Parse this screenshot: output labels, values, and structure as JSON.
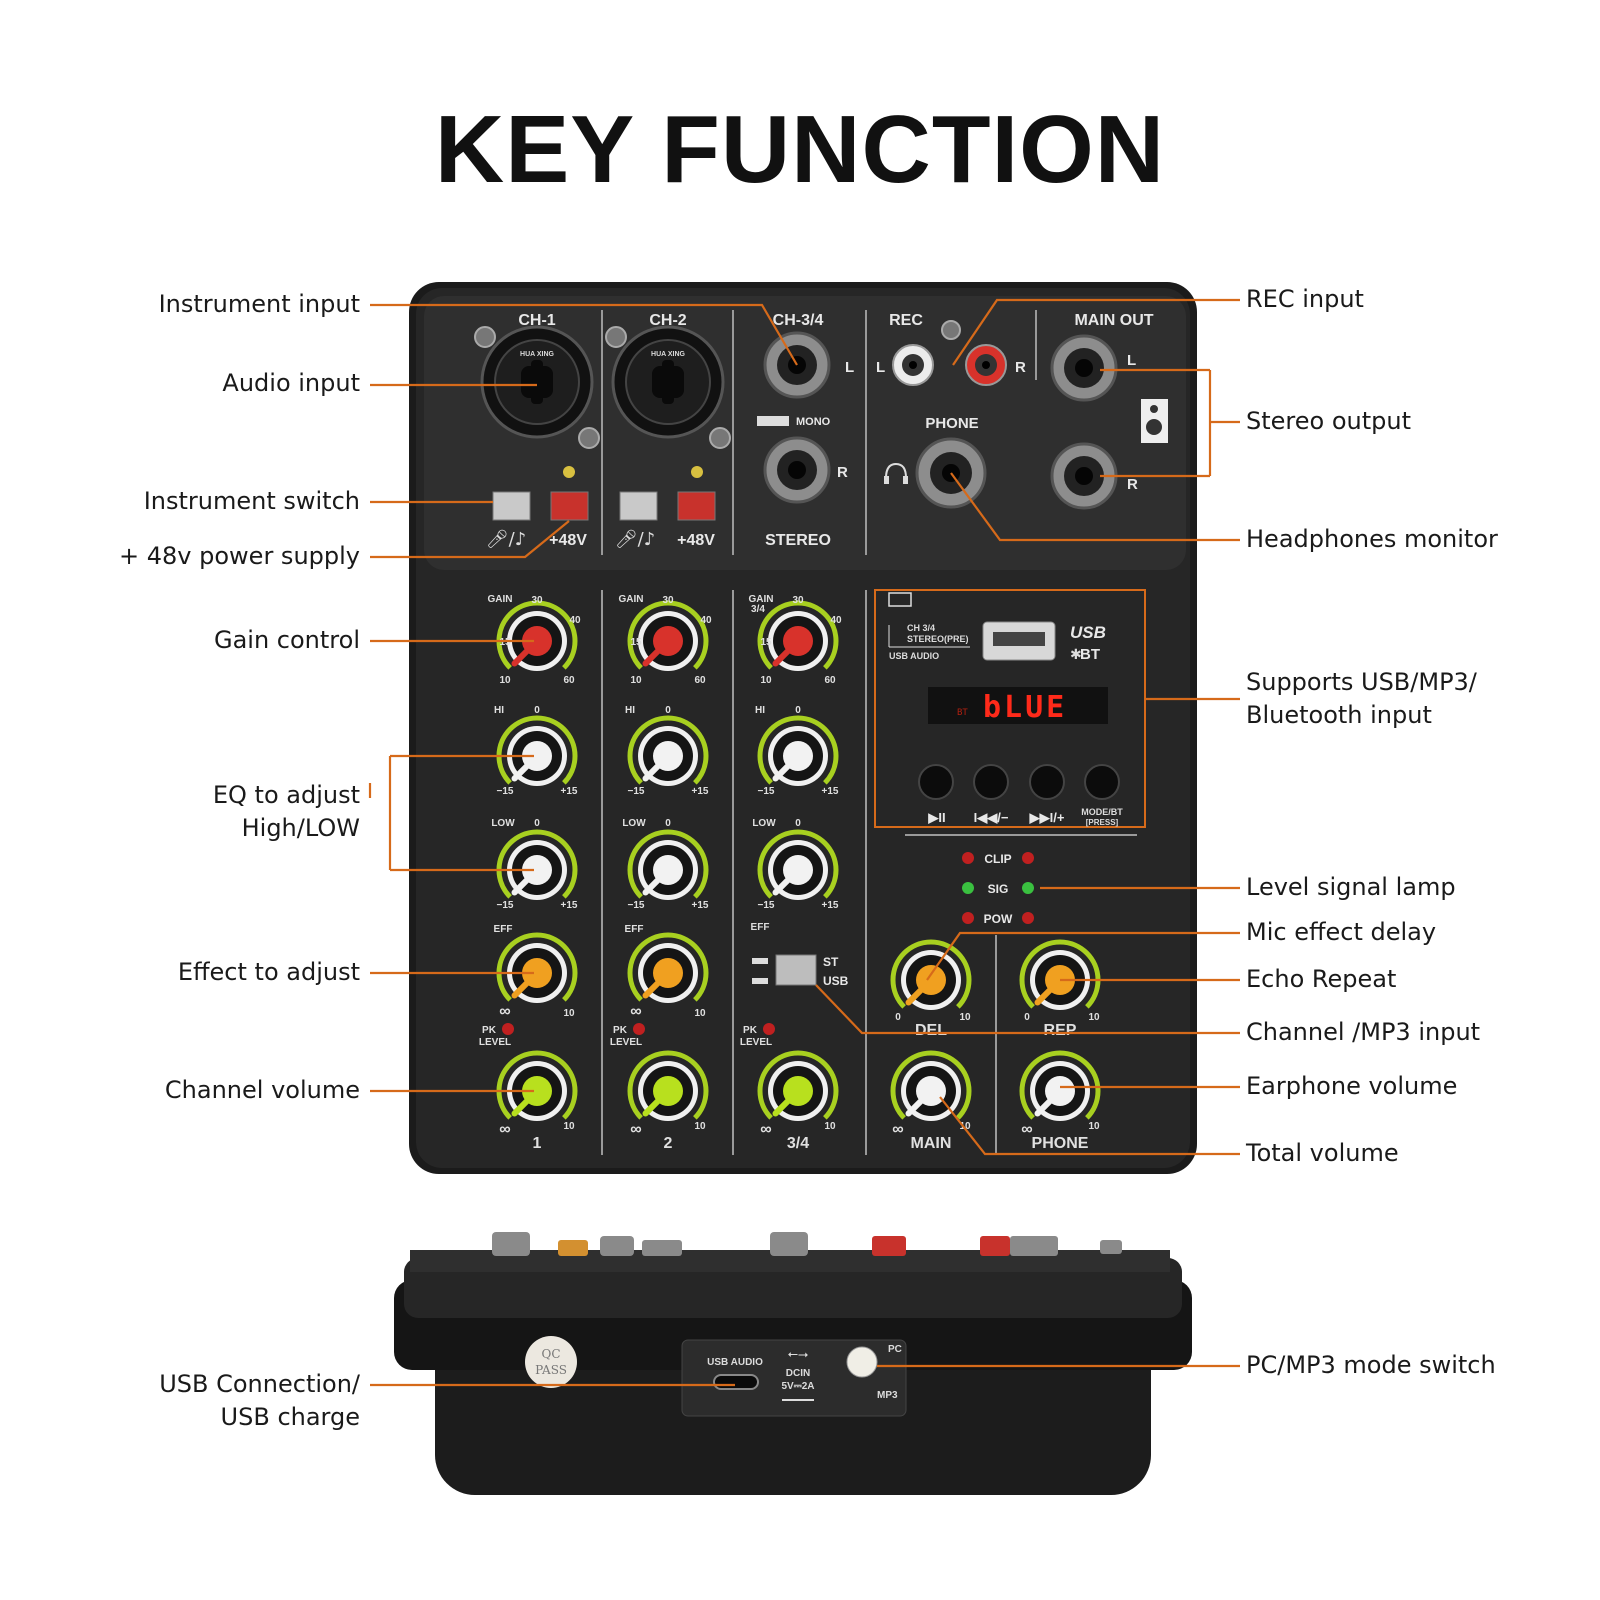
{
  "title": "KEY FUNCTION",
  "callouts_left": [
    {
      "id": "instrument-input",
      "text": "Instrument input"
    },
    {
      "id": "audio-input",
      "text": "Audio input"
    },
    {
      "id": "instrument-switch",
      "text": "Instrument switch"
    },
    {
      "id": "phantom-power",
      "text": "+ 48v power supply"
    },
    {
      "id": "gain-control",
      "text": "Gain control"
    },
    {
      "id": "eq-adjust",
      "lines": [
        "EQ to adjust",
        "High/LOW"
      ]
    },
    {
      "id": "effect-adjust",
      "text": "Effect to adjust"
    },
    {
      "id": "channel-volume",
      "text": "Channel volume"
    },
    {
      "id": "usb-connection",
      "lines": [
        "USB Connection/",
        "USB charge"
      ]
    }
  ],
  "callouts_right": [
    {
      "id": "rec-input",
      "text": "REC input"
    },
    {
      "id": "stereo-output",
      "text": "Stereo output"
    },
    {
      "id": "headphones-monitor",
      "text": "Headphones monitor"
    },
    {
      "id": "usb-mp3-bt",
      "lines": [
        "Supports USB/MP3/",
        "Bluetooth input"
      ]
    },
    {
      "id": "level-lamp",
      "text": "Level signal lamp"
    },
    {
      "id": "mic-delay",
      "text": "Mic effect delay"
    },
    {
      "id": "echo-repeat",
      "text": "Echo Repeat"
    },
    {
      "id": "channel-mp3",
      "text": "Channel /MP3 input"
    },
    {
      "id": "earphone-volume",
      "text": "Earphone volume"
    },
    {
      "id": "total-volume",
      "text": "Total volume"
    },
    {
      "id": "pc-mp3-switch",
      "text": "PC/MP3 mode switch"
    }
  ],
  "panel": {
    "ch1": "CH-1",
    "ch2": "CH-2",
    "ch34": "CH-3/4",
    "rec": "REC",
    "main_out": "MAIN OUT",
    "l": "L",
    "r": "R",
    "mono": "MONO",
    "stereo": "STEREO",
    "phone": "PHONE",
    "plus48v": "+48V",
    "xlr_brand": "HUA XING",
    "gain": "GAIN",
    "gain34": "3/4",
    "hi": "HI",
    "low": "LOW",
    "eff": "EFF",
    "pk": "PK",
    "level": "LEVEL",
    "v10": "10",
    "v15": "15",
    "v30": "30",
    "v40": "40",
    "v60": "60",
    "v0": "0",
    "vm15": "−15",
    "vp15": "+15",
    "inf": "∞",
    "ch_names": [
      "1",
      "2",
      "3/4"
    ],
    "usb": "USB",
    "bt": "BT",
    "ch34_small": "CH 3/4",
    "stereo_pre": "STEREO(PRE)",
    "usb_audio": "USB AUDIO",
    "display": "bLUE",
    "display_bt": "BT",
    "btn_play": "▶II",
    "btn_prev": "I◀◀/−",
    "btn_next": "▶▶I/+",
    "btn_mode": "MODE/BT",
    "btn_press": "[PRESS]",
    "clip": "CLIP",
    "sig": "SIG",
    "pow": "POW",
    "st": "ST",
    "usb_sw": "USB",
    "del": "DEL",
    "rep": "REP",
    "main": "MAIN"
  },
  "side": {
    "qc1": "QC",
    "qc2": "PASS",
    "usb_audio": "USB AUDIO",
    "dcin": "DCIN",
    "dcin_spec": "5V⎓2A",
    "pc": "PC",
    "mp3": "MP3"
  },
  "colors": {
    "leader": "#d66a1a",
    "knob_red": "#d8322b",
    "knob_orange": "#f0a020",
    "knob_lime": "#b8e01e",
    "knob_white": "#f2f2f2",
    "ring_green": "#a8d020",
    "panel": "#262626",
    "display_red": "#ff2a1a"
  }
}
